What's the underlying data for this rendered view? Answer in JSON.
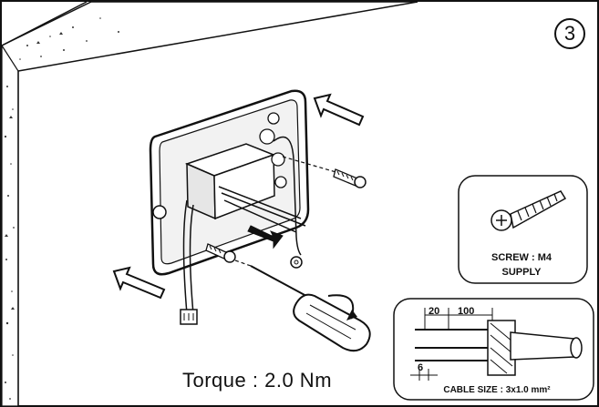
{
  "step": {
    "number": "3"
  },
  "torque": {
    "label": "Torque : 2.0 Nm"
  },
  "screw_callout": {
    "line1": "SCREW : M4",
    "line2": "SUPPLY"
  },
  "cable_callout": {
    "dim_strip": "20",
    "dim_sheath": "100",
    "dim_conductor": "6",
    "cable_size": "CABLE SIZE : 3x1.0 mm²"
  }
}
